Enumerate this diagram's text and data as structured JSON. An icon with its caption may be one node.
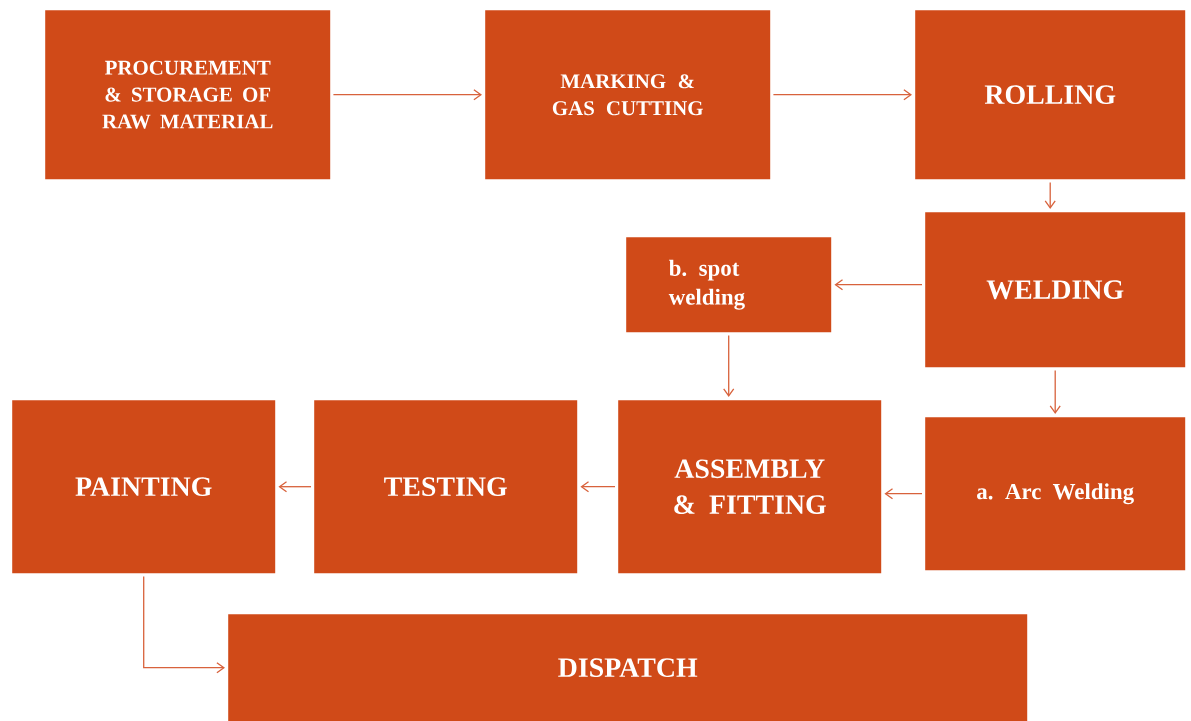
{
  "diagram": {
    "nodes": [
      {
        "text": [
          "PROCUREMENT & STORAGE OF RAW MATERIAL"
        ]
      },
      {
        "text": [
          "MARKING & GAS CUTTING"
        ]
      },
      {
        "text": [
          "ROLLING"
        ]
      },
      {
        "text": [
          "WELDING"
        ]
      },
      {
        "text": [
          "b. spot welding"
        ]
      },
      {
        "text": [
          "a. Arc Welding"
        ]
      },
      {
        "text": [
          "ASSEMBLY & FITTING"
        ]
      },
      {
        "text": [
          "TESTING"
        ]
      },
      {
        "text": [
          "PAINTING"
        ]
      },
      {
        "text": [
          "DISPATCH"
        ]
      }
    ],
    "edges": [
      {
        "from": 0,
        "to": 1,
        "arrow": "to"
      },
      {
        "from": 1,
        "to": 2,
        "arrow": "to"
      },
      {
        "from": 2,
        "to": 3,
        "arrow": "to"
      },
      {
        "from": 3,
        "to": 4,
        "arrow": "to"
      },
      {
        "from": 3,
        "to": 5,
        "arrow": "to"
      },
      {
        "from": 4,
        "to": 6,
        "arrow": "to"
      },
      {
        "from": 5,
        "to": 6,
        "arrow": "to"
      },
      {
        "from": 6,
        "to": 7,
        "arrow": "to"
      },
      {
        "from": 7,
        "to": 8,
        "arrow": "to"
      },
      {
        "from": 8,
        "to": 9,
        "arrow": "to"
      }
    ]
  }
}
